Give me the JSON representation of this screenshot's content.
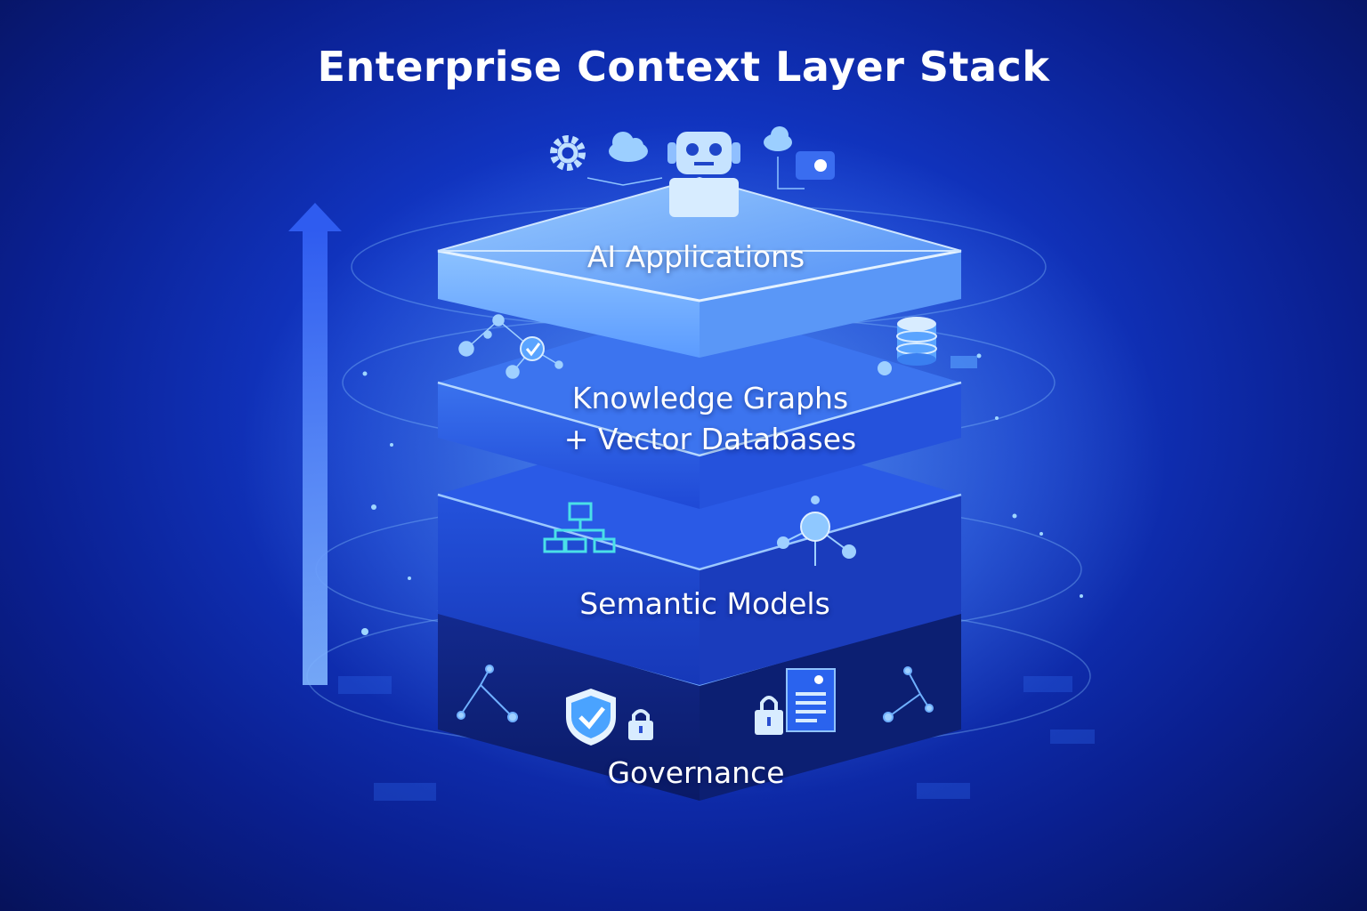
{
  "title": "Enterprise Context Layer Stack",
  "layers": [
    {
      "label": "AI Applications",
      "icons": [
        "gear-icon",
        "cloud-icon",
        "robot-icon",
        "cloud-icon",
        "chat-bubble-icon"
      ]
    },
    {
      "label_line1": "Knowledge Graphs",
      "label_line2": "+ Vector Databases",
      "icons": [
        "network-node-icon",
        "checkmark-node-icon",
        "database-icon"
      ]
    },
    {
      "label": "Semantic Models",
      "icons": [
        "hierarchy-icon",
        "hub-node-icon"
      ]
    },
    {
      "label": "Governance",
      "icons": [
        "shield-check-icon",
        "padlock-icon",
        "padlock-icon",
        "document-icon"
      ]
    }
  ],
  "colors": {
    "background": "#1238c8",
    "ai_layer": "#6fb2ff",
    "knowledge_layer": "#2f63e6",
    "semantic_layer": "#1e46cc",
    "governance_layer": "#0c1f7a",
    "arrow": "#4d8cff"
  },
  "arrow_icon": "up-arrow-icon"
}
